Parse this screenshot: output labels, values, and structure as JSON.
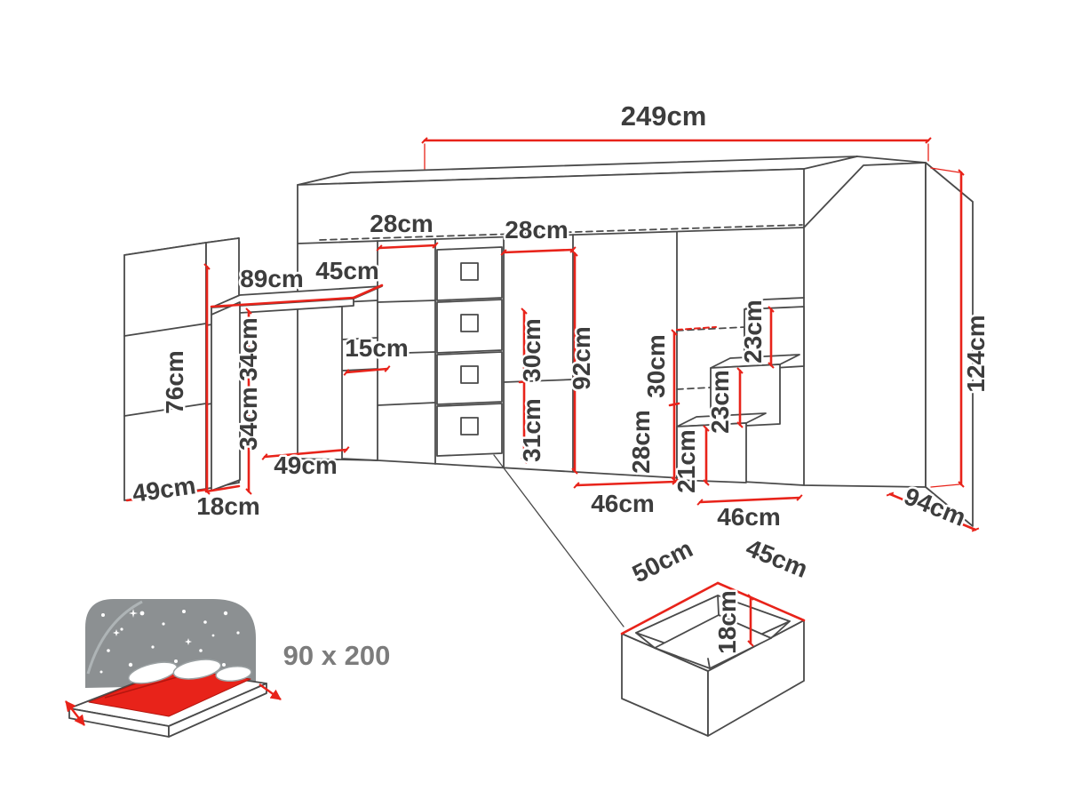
{
  "labels": {
    "total_length": "249cm",
    "total_height": "124cm",
    "shelf_col_width": "28cm",
    "shelf_col2_width": "28cm",
    "desk_width": "89cm",
    "desk_depth": "45cm",
    "wardrobe_height": "76cm",
    "shelf_gap": "15cm",
    "desk_upper_clearance": "34cm",
    "desk_lower_clearance": "34cm",
    "shelf_upper": "30cm",
    "shelf_lower": "31cm",
    "under_bed_clearance": "92cm",
    "rear_niche_lower": "28cm",
    "rear_niche_upper": "30cm",
    "step1_height": "21cm",
    "step2_height": "23cm",
    "step3_height": "23cm",
    "wardrobe_depth": "49cm",
    "wardrobe_width": "18cm",
    "desk_unit_depth": "49cm",
    "niche_width_left": "46cm",
    "niche_width_right": "46cm",
    "bed_depth": "94cm",
    "drawer_inner_depth": "50cm",
    "drawer_inner_width": "45cm",
    "drawer_inner_height": "18cm",
    "mattress_size": "90 x 200"
  },
  "colors": {
    "outline": "#4a4a4a",
    "dimension": "#e8231a",
    "label_text": "#3d3d3d",
    "headboard_gray": "#8c9092"
  },
  "icons": {
    "bed_size_icon": "bed-with-starry-headboard",
    "drawer_detail_icon": "open-drawer-inner-dimensions"
  }
}
